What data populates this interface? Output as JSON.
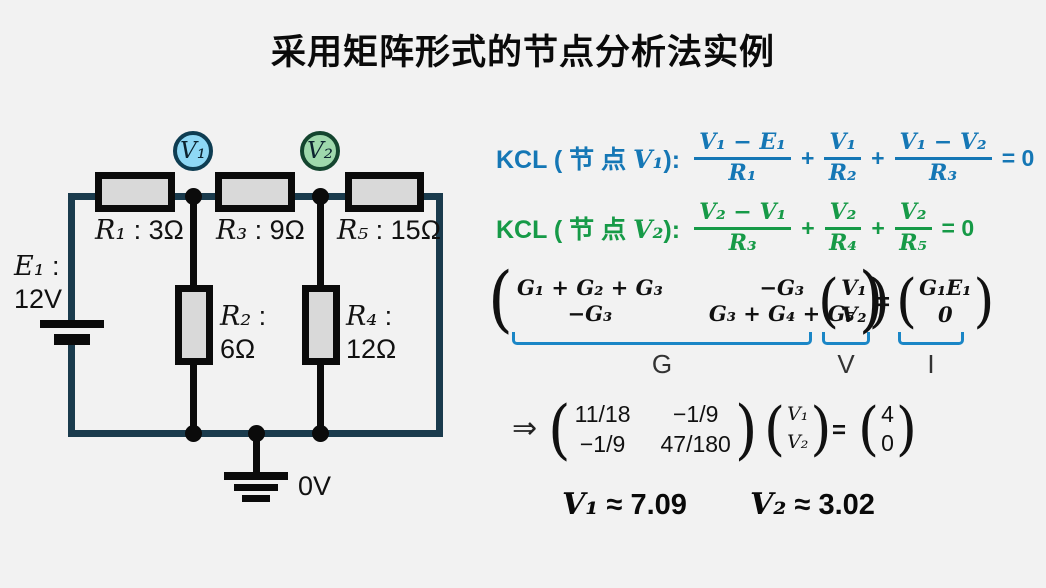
{
  "title": "采用矩阵形式的节点分析法实例",
  "glyphs": {
    "open": "(",
    "close": ")"
  },
  "colors": {
    "background": "#f2f2f2",
    "wire": "#1a3b4d",
    "resistor_fill": "#d9d9d9",
    "node1_fill": "#8ed8f5",
    "node1_border": "#0e3d52",
    "node2_fill": "#9ed8ac",
    "node2_border": "#14452f",
    "kcl_node1": "#1577b5",
    "kcl_node2": "#169a47",
    "brace": "#1b86c6"
  },
  "circuit": {
    "source": {
      "sym": "E₁",
      "colon": " :",
      "val": "12V"
    },
    "r1": {
      "sym": "R₁",
      "val": " : 3Ω"
    },
    "r3": {
      "sym": "R₃",
      "val": " : 9Ω"
    },
    "r5": {
      "sym": "R₅",
      "val": " : 15Ω"
    },
    "r2": {
      "sym": "R₂",
      "colon": " :",
      "val": "6Ω"
    },
    "r4": {
      "sym": "R₄",
      "colon": " :",
      "val": "12Ω"
    },
    "node1": "V₁",
    "node2": "V₂",
    "ground": "0V"
  },
  "kcl1": {
    "pre": "KCL ( 节 点 ",
    "sym": "V₁",
    "post": "):",
    "f1": {
      "num": "V₁ − E₁",
      "den": "R₁"
    },
    "plus1": "+",
    "f2": {
      "num": "V₁",
      "den": "R₂"
    },
    "plus2": "+",
    "f3": {
      "num": "V₁ − V₂",
      "den": "R₃"
    },
    "tail": "= 0"
  },
  "kcl2": {
    "pre": "KCL ( 节 点 ",
    "sym": "V₂",
    "post": "):",
    "f1": {
      "num": "V₂ − V₁",
      "den": "R₃"
    },
    "plus1": "+",
    "f2": {
      "num": "V₂",
      "den": "R₄"
    },
    "plus2": "+",
    "f3": {
      "num": "V₂",
      "den": "R₅"
    },
    "tail": "= 0"
  },
  "symbolic": {
    "m11": "G₁ + G₂ + G₃",
    "m12": "−G₃",
    "m21": "−G₃",
    "m22": "G₃ + G₄ + G₅",
    "v1": "V₁",
    "v2": "V₂",
    "eq": "=",
    "i1": "G₁E₁",
    "i2": "0",
    "label_g": "G",
    "label_v": "V",
    "label_i": "I"
  },
  "numeric": {
    "arrow": "⇒",
    "m11": "11/18",
    "m12": "−1/9",
    "m21": "−1/9",
    "m22": "47/180",
    "v1": "V₁",
    "v2": "V₂",
    "eq": "=",
    "b1": "4",
    "b2": "0"
  },
  "results": {
    "v1_sym": "V₁",
    "v1_val": "≈ 7.09",
    "v2_sym": "V₂",
    "v2_val": "≈ 3.02"
  }
}
